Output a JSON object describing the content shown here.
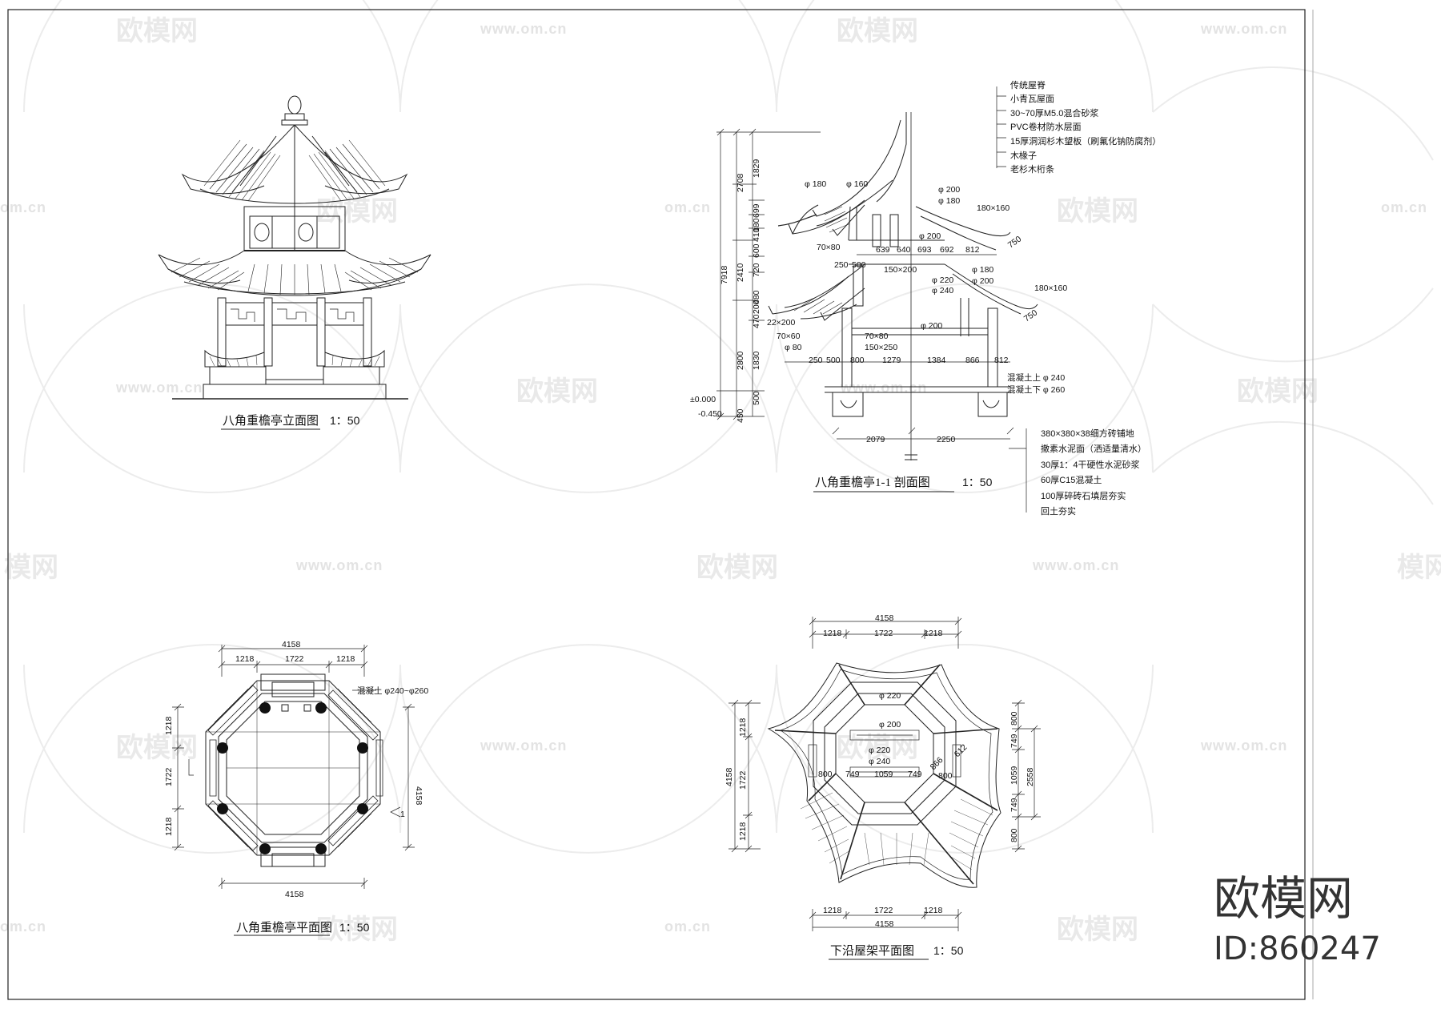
{
  "watermark": {
    "logo_text": "欧模网",
    "url": "www.om.cn",
    "url_fragment": "om.cn",
    "logo_fragment": "模网"
  },
  "brand": {
    "name": "欧模网",
    "id": "ID:860247"
  },
  "elevation": {
    "title": "八角重檐亭立面图",
    "scale": "1：50"
  },
  "section": {
    "title": "八角重檐亭1-1 剖面图",
    "scale": "1：50",
    "roof_notes": [
      "传统屋脊",
      "小青瓦屋面",
      "30~70厚M5.0混合砂浆",
      "PVC卷材防水层面",
      "15厚洞润杉木望板（刷氟化钠防腐剂）",
      "木椽子",
      "老杉木桁条"
    ],
    "floor_notes": [
      "380×380×38细方砖铺地",
      "撒素水泥面（洒适量清水）",
      "30厚1：4干硬性水泥砂浆",
      "60厚C15混凝土",
      "100厚碎砖石填层夯实",
      "回土夯实"
    ],
    "levels": {
      "zero": "±0.000",
      "ground": "-0.450"
    },
    "vdims_outer": [
      "7918"
    ],
    "vdims_mid": [
      "2708",
      "2410",
      "2800",
      "450"
    ],
    "vdims_inner": [
      "1829",
      "699",
      "180",
      "410",
      "600",
      "720",
      "200",
      "480",
      "470",
      "1830",
      "500"
    ],
    "hdims_upper": [
      "639",
      "640",
      "693",
      "692",
      "812"
    ],
    "hdims_lower": [
      "250",
      "500",
      "800",
      "1279",
      "1384",
      "866",
      "812"
    ],
    "hdims_bottom": [
      "2079",
      "2250"
    ],
    "labels": {
      "p180a": "φ 180",
      "p160": "φ 160",
      "p200a": "φ 200",
      "p180b": "φ 180",
      "b180x160a": "180×160",
      "r70x80a": "70×80",
      "p200b": "φ 200",
      "d750a": "750",
      "d250": "250",
      "d500": "500",
      "b150x200": "150×200",
      "p220": "φ 220",
      "p240": "φ 240",
      "p180c": "φ 180",
      "p200c": "φ 200",
      "b180x160b": "180×160",
      "d750b": "750",
      "b22x200": "22×200",
      "r70x80b": "70×80",
      "p200d": "φ 200",
      "r70x60": "70×60",
      "b150x250": "150×250",
      "p80": "φ 80",
      "col_top": "混凝土上 φ 240",
      "col_bot": "混凝土下 φ 260"
    }
  },
  "plan": {
    "title": "八角重檐亭平面图",
    "scale": "1：50",
    "top_dims": [
      "1218",
      "1722",
      "1218"
    ],
    "overall": "4158",
    "left_dims": [
      "1218",
      "1722",
      "1218"
    ],
    "right_dim": "4158",
    "bottom_dim": "4158",
    "column_note": "混凝土 φ240~φ260",
    "section_mark": "1"
  },
  "roofplan": {
    "title": "下沿屋架平面图",
    "scale": "1：50",
    "top_overall": "4158",
    "top_dims": [
      "1218",
      "1722",
      "1218"
    ],
    "bottom_dims": [
      "1218",
      "1722",
      "1218"
    ],
    "bottom_overall": "4158",
    "left_dims": [
      "1218",
      "1722",
      "1218"
    ],
    "left_overall": "4158",
    "right_dims": [
      "800",
      "749",
      "1059",
      "749",
      "800"
    ],
    "right_overall": "2558",
    "labels": {
      "p220a": "φ 220",
      "p200": "φ 200",
      "p220b": "φ 220",
      "p240": "φ 240",
      "d800a": "800",
      "d749a": "749",
      "d1059": "1059",
      "d749b": "749",
      "d866": "866",
      "d800b": "800",
      "d612": "612"
    }
  }
}
